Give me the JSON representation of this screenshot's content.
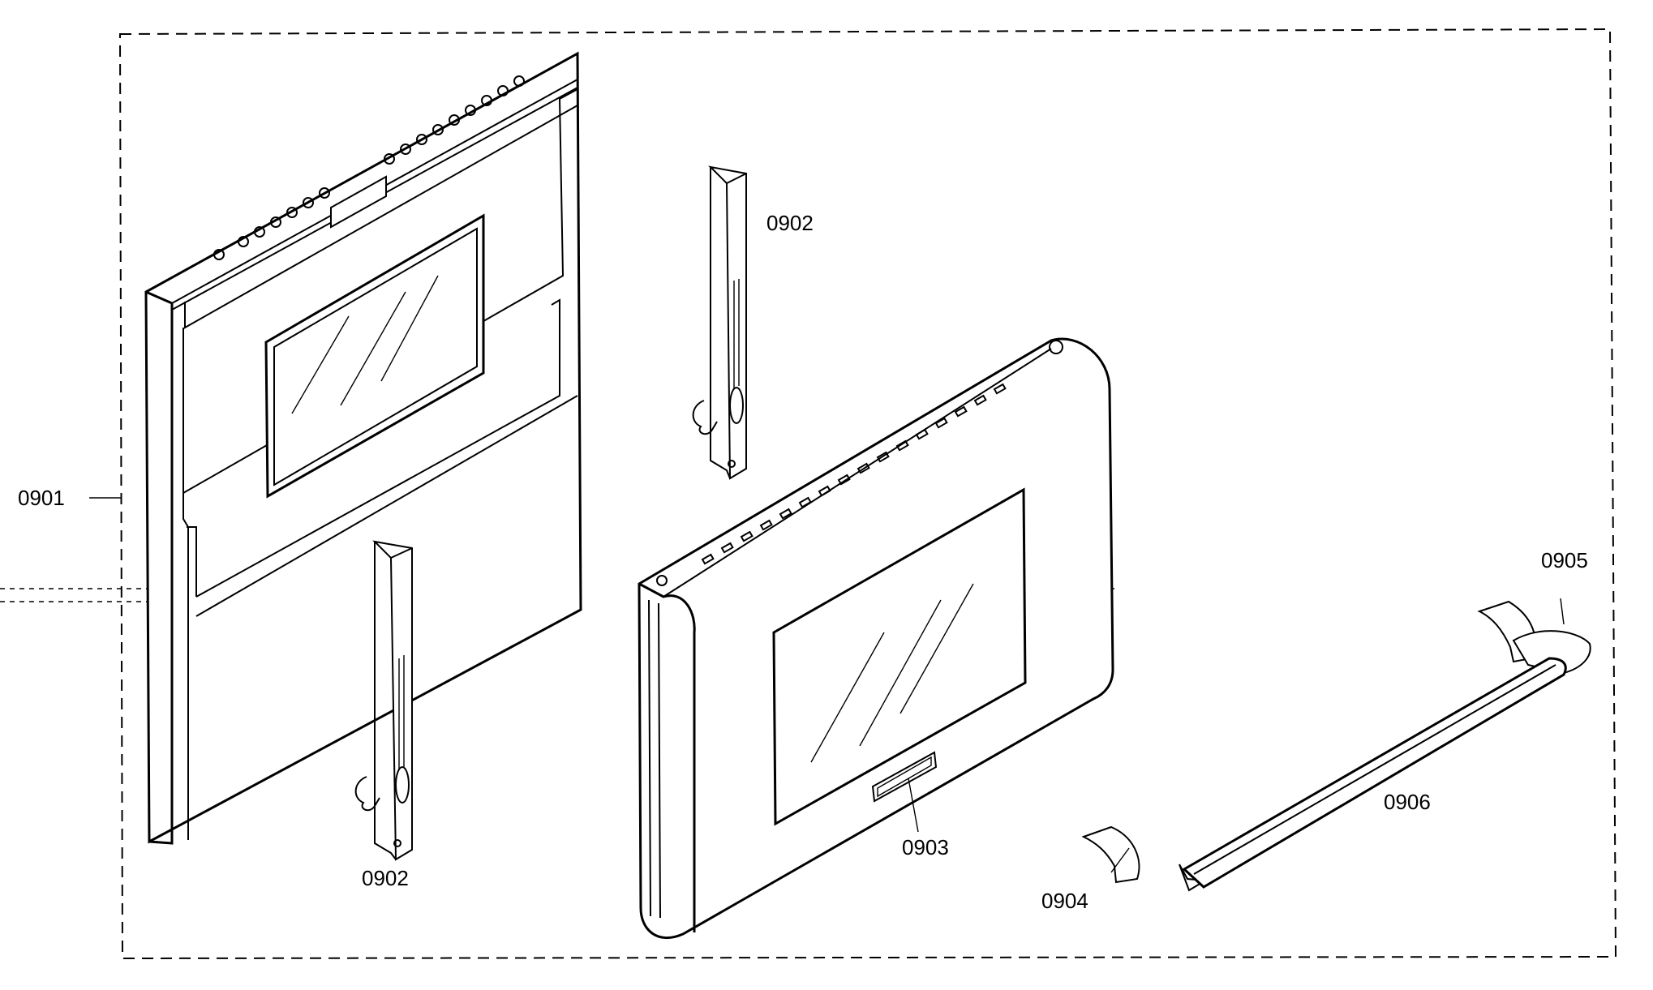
{
  "labels": {
    "frame": "0901",
    "hinge_top": "0902",
    "hinge_bottom": "0902",
    "nameplate": "0903",
    "handle_left": "0904",
    "handle_right": "0905",
    "handle_bar": "0906"
  }
}
